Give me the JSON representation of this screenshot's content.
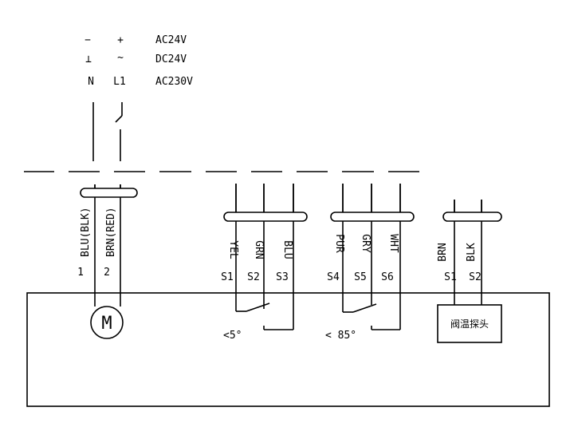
{
  "supply": {
    "polarity_minus": "−",
    "polarity_plus": "+",
    "ground_symbol": "⊥",
    "ac_symbol": "~",
    "neutral": "N",
    "line": "L1",
    "voltage_ac24": "AC24V",
    "voltage_dc24": "DC24V",
    "voltage_ac230": "AC230V"
  },
  "motor_leads": {
    "wire_1": "BLU(BLK)",
    "wire_2": "BRN(RED)",
    "terminal_1": "1",
    "terminal_2": "2",
    "motor_symbol": "M"
  },
  "switch_1": {
    "wires": [
      "YEL",
      "GRN",
      "BLU"
    ],
    "terminals": [
      "S1",
      "S2",
      "S3"
    ],
    "angle": "<5°"
  },
  "switch_2": {
    "wires": [
      "PUR",
      "GRY",
      "WHT"
    ],
    "terminals": [
      "S4",
      "S5",
      "S6"
    ],
    "angle": "< 85°"
  },
  "sensor": {
    "wires": [
      "BRN",
      "BLK"
    ],
    "terminals": [
      "S1",
      "S2"
    ],
    "label": "阀温探头"
  }
}
